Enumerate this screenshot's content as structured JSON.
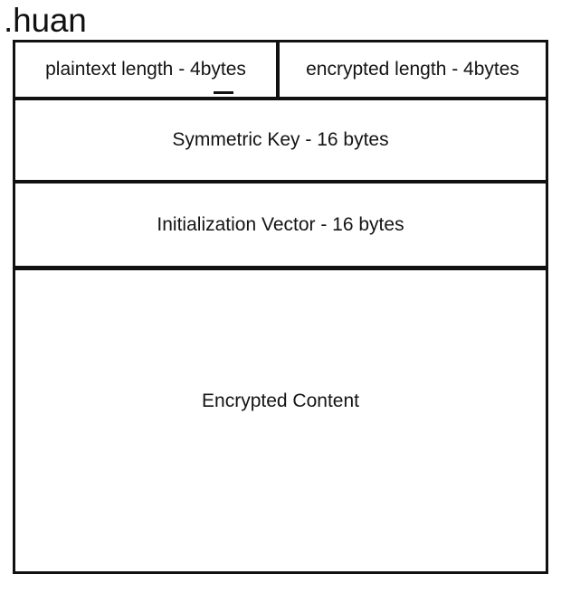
{
  "page": {
    "title": ".huan",
    "background_color": "#ffffff",
    "line_color": "#111111",
    "text_color": "#141414"
  },
  "diagram": {
    "name": "encrypted-file-format-layout",
    "rows": [
      {
        "id": "lengths",
        "cells": [
          {
            "id": "plaintext-length",
            "label": "plaintext length - 4bytes"
          },
          {
            "id": "encrypted-length",
            "label": "encrypted length - 4bytes"
          }
        ]
      },
      {
        "id": "symmetric-key",
        "cells": [
          {
            "id": "symmetric-key",
            "label": "Symmetric Key - 16 bytes"
          }
        ]
      },
      {
        "id": "init-vector",
        "cells": [
          {
            "id": "init-vector",
            "label": "Initialization Vector - 16 bytes"
          }
        ]
      },
      {
        "id": "encrypted-content",
        "cells": [
          {
            "id": "encrypted-content",
            "label": "Encrypted Content"
          }
        ]
      }
    ]
  }
}
